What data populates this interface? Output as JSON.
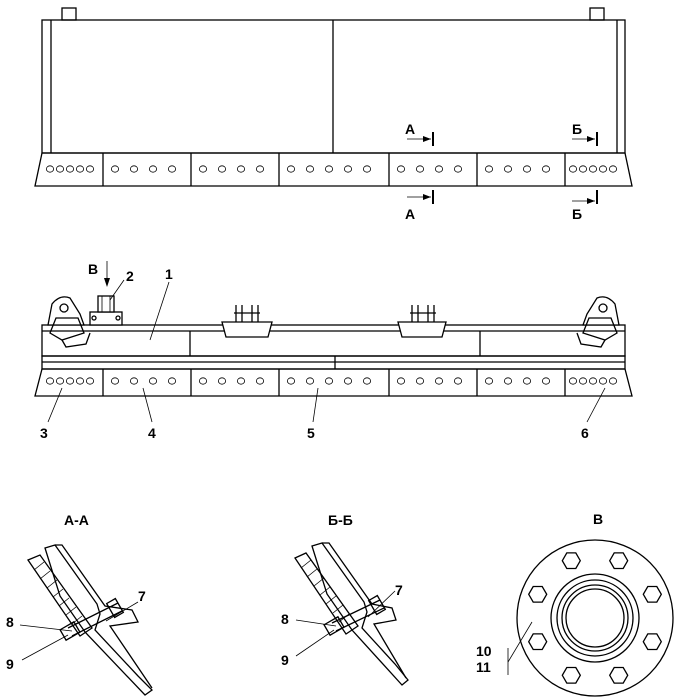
{
  "diagram": {
    "callouts": {
      "c1": "1",
      "c2": "2",
      "c3": "3",
      "c4": "4",
      "c5": "5",
      "c6": "6",
      "c7": "7",
      "c8": "8",
      "c9": "9",
      "c10": "10",
      "c11": "11"
    },
    "section_marks": {
      "a_top": "А",
      "a_bottom": "А",
      "b_top": "Б",
      "b_bottom": "Б",
      "v_arrow": "В"
    },
    "view_titles": {
      "section_aa": "А-А",
      "section_bb": "Б-Б",
      "view_v": "В"
    }
  }
}
